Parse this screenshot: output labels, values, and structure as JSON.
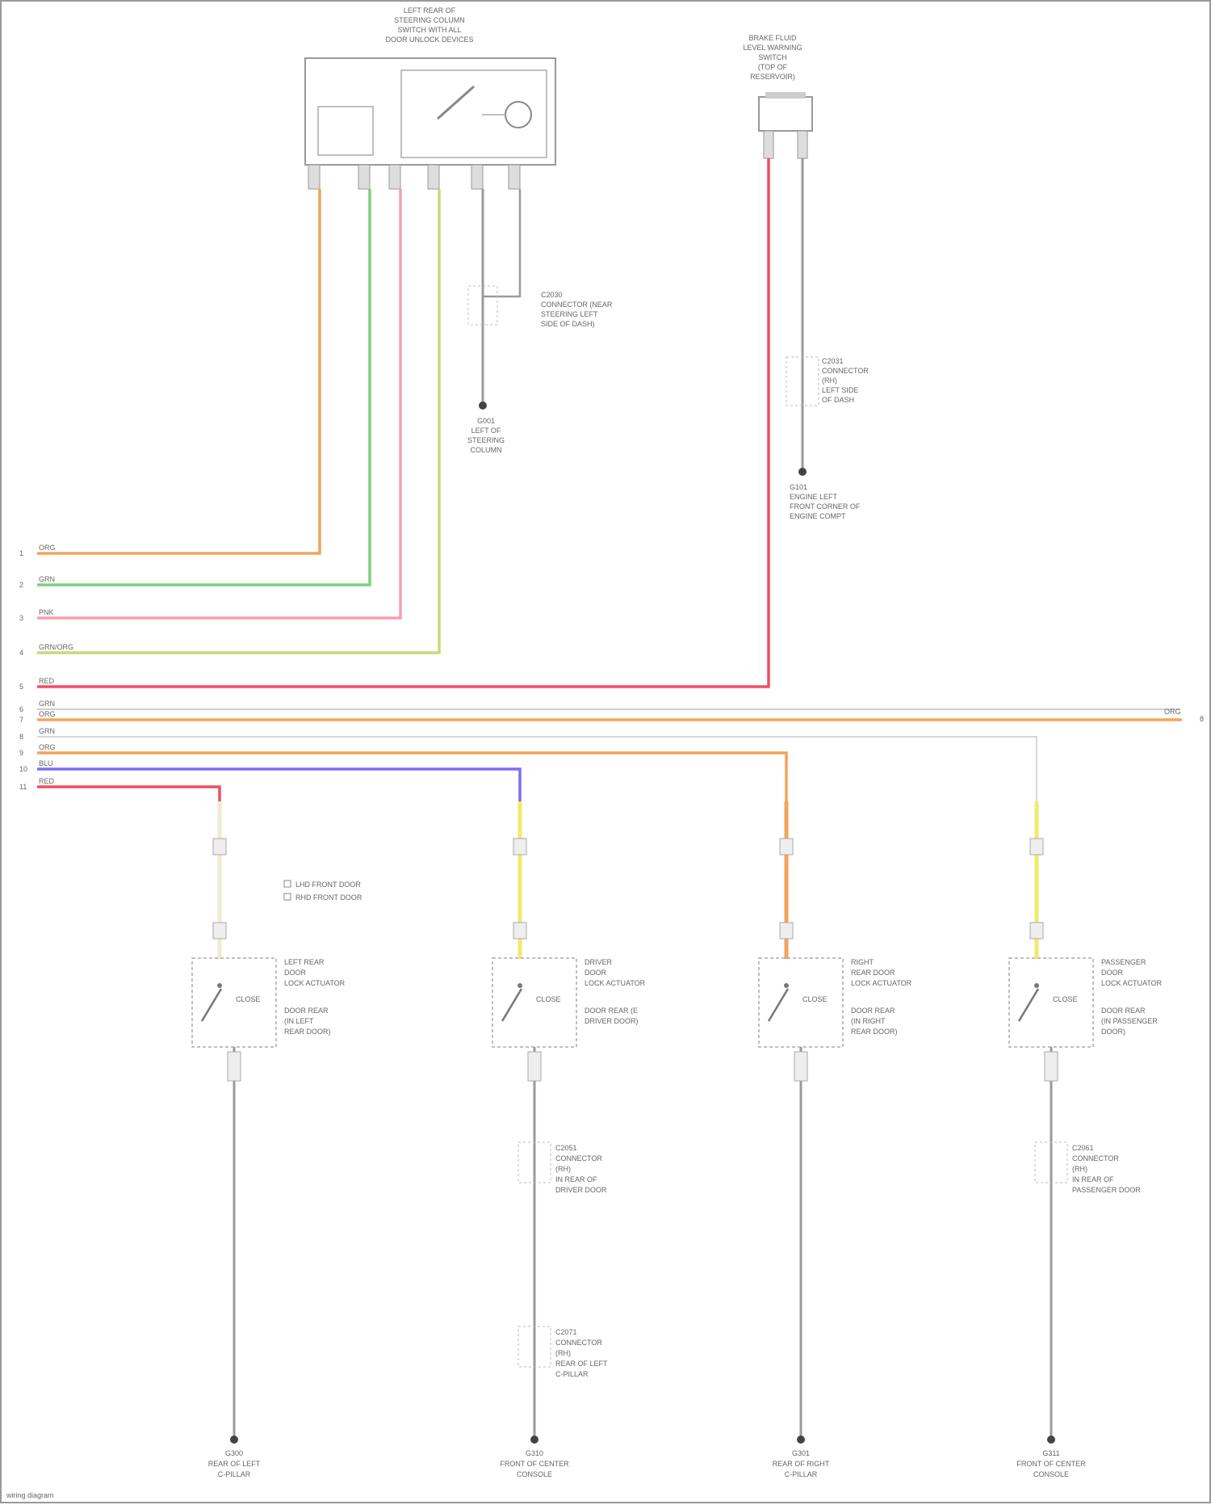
{
  "diagram": {
    "main_module": {
      "title_lines": [
        "LEFT REAR OF",
        "STEERING COLUMN",
        "SWITCH WITH ALL",
        "DOOR UNLOCK DEVICES"
      ]
    },
    "top_right_component": {
      "title_lines": [
        "BRAKE FLUID",
        "LEVEL WARNING",
        "SWITCH",
        "(TOP OF",
        "RESERVOIR)"
      ]
    },
    "connector_top_mid": {
      "lines": [
        "C2030",
        "CONNECTOR (NEAR",
        "STEERING LEFT",
        "SIDE OF DASH)"
      ]
    },
    "ground_top_mid": {
      "lines": [
        "G001",
        "LEFT OF",
        "STEERING",
        "COLUMN"
      ]
    },
    "connector_top_right": {
      "lines": [
        "C2031",
        "CONNECTOR",
        "(RH)",
        "LEFT SIDE",
        "OF DASH"
      ]
    },
    "ground_top_right": {
      "lines": [
        "G101",
        "ENGINE LEFT",
        "FRONT CORNER OF",
        "ENGINE COMPT"
      ]
    },
    "left_wires": [
      {
        "num": "1",
        "code": "ORG"
      },
      {
        "num": "2",
        "code": "GRN"
      },
      {
        "num": "3",
        "code": "PNK"
      },
      {
        "num": "4",
        "code": "GRN/ORG"
      },
      {
        "num": "5",
        "code": "RED"
      },
      {
        "num": "6",
        "code": "GRN"
      },
      {
        "num": "7",
        "code": "ORG"
      },
      {
        "num": "8",
        "code": "GRN"
      },
      {
        "num": "9",
        "code": "ORG"
      },
      {
        "num": "10",
        "code": "BLU"
      },
      {
        "num": "11",
        "code": "RED"
      }
    ],
    "right_wire_label": "ORG",
    "legend": {
      "lines": [
        "LHD FRONT DOOR",
        "RHD FRONT DOOR"
      ]
    },
    "switches": [
      {
        "title": [
          "LEFT REAR",
          "DOOR",
          "LOCK ACTUATOR"
        ],
        "inner": "CLOSE",
        "desc": [
          "DOOR REAR",
          "(IN LEFT",
          "REAR DOOR)"
        ],
        "ground": [
          "G300",
          "REAR OF LEFT",
          "C-PILLAR"
        ]
      },
      {
        "title": [
          "DRIVER",
          "DOOR",
          "LOCK ACTUATOR"
        ],
        "inner": "CLOSE",
        "desc": [
          "DOOR REAR (E",
          "DRIVER DOOR)"
        ],
        "connectors": [
          [
            "C2051",
            "CONNECTOR",
            "(RH)",
            "IN REAR OF",
            "DRIVER DOOR"
          ],
          [
            "C2071",
            "CONNECTOR",
            "(RH)",
            "REAR OF LEFT",
            "C-PILLAR"
          ]
        ],
        "ground": [
          "G310",
          "FRONT OF CENTER",
          "CONSOLE"
        ]
      },
      {
        "title": [
          "RIGHT",
          "REAR DOOR",
          "LOCK ACTUATOR"
        ],
        "inner": "CLOSE",
        "desc": [
          "DOOR REAR",
          "(IN RIGHT",
          "REAR DOOR)"
        ],
        "ground": [
          "G301",
          "REAR OF RIGHT",
          "C-PILLAR"
        ]
      },
      {
        "title": [
          "PASSENGER",
          "DOOR",
          "LOCK ACTUATOR"
        ],
        "inner": "CLOSE",
        "desc": [
          "DOOR REAR",
          "(IN PASSENGER",
          "DOOR)"
        ],
        "connectors": [
          [
            "C2061",
            "CONNECTOR",
            "(RH)",
            "IN REAR OF",
            "PASSENGER DOOR"
          ]
        ],
        "ground": [
          "G311",
          "FRONT OF CENTER",
          "CONSOLE"
        ]
      }
    ],
    "footer": "wiring diagram"
  },
  "colors": {
    "orange": "#f3a35a",
    "green": "#7ed07a",
    "pink": "#f5a0b0",
    "yellow_green": "#c8d87a",
    "red": "#ef4f63",
    "blue": "#7b6ff0",
    "yellow": "#f2ea6a",
    "gray": "#9a9a9a"
  }
}
